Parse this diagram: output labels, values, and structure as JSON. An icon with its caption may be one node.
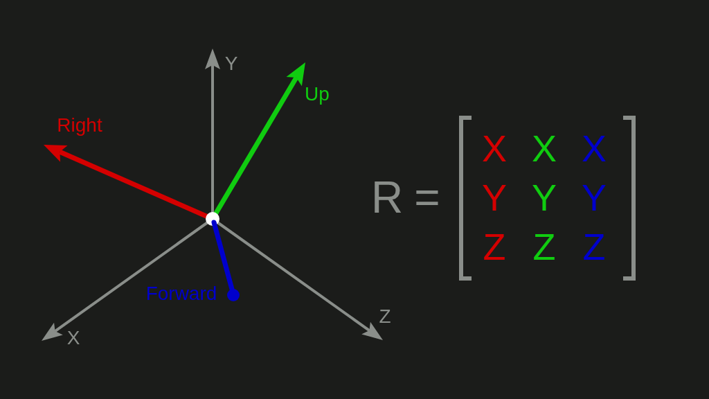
{
  "diagram": {
    "labels": [
      "Y",
      "Up",
      "Right",
      "Forward",
      "X",
      "Z",
      "R",
      "=",
      "X",
      "X",
      "X",
      "Y",
      "Y",
      "Y",
      "Z",
      "Z",
      "Z"
    ]
  }
}
